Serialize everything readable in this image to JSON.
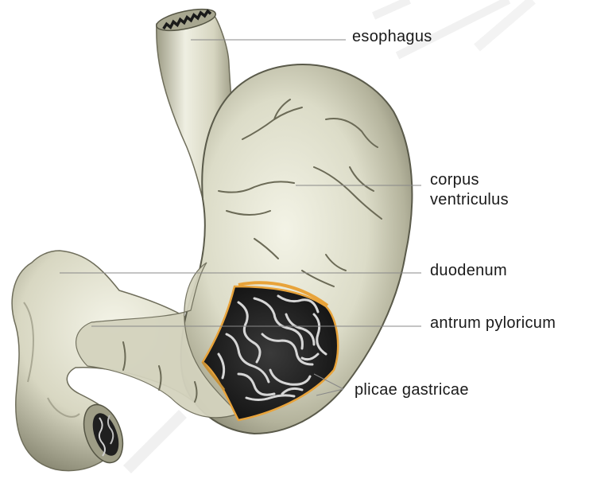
{
  "labels": {
    "esophagus": "esophagus",
    "corpus_ventriculus_line1": "corpus",
    "corpus_ventriculus_line2": "ventriculus",
    "duodenum": "duodenum",
    "antrum_pyloricum": "antrum pyloricum",
    "plicae_gastricae": "plicae gastricae"
  },
  "colors": {
    "tissue_light": "#eeeedd",
    "tissue_mid": "#c9c8b2",
    "tissue_dark": "#8f8e78",
    "outline": "#5a5a4a",
    "interior": "#1c1c1c",
    "folds": "#d9d9d9",
    "cut_edge": "#e8a33a",
    "leader": "#888888",
    "label_text": "#1a1a1a"
  }
}
